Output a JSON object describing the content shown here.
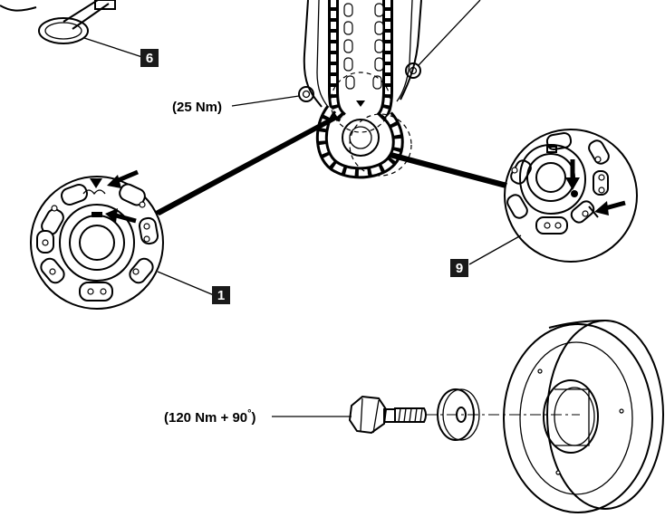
{
  "labels": {
    "torque_upper": "(25 Nm)",
    "torque_bolt": "(120 Nm + 90",
    "torque_bolt_degree": "°",
    "torque_bolt_close": ")",
    "badge_6": "6",
    "badge_1": "1",
    "badge_9": "9"
  },
  "colors": {
    "line": "#000000",
    "badge_bg": "#1a1a1a",
    "background": "#ffffff"
  },
  "icons": {
    "alignment_arrow": "arrow-icon",
    "timing_mark": "triangle-marker-icon"
  }
}
